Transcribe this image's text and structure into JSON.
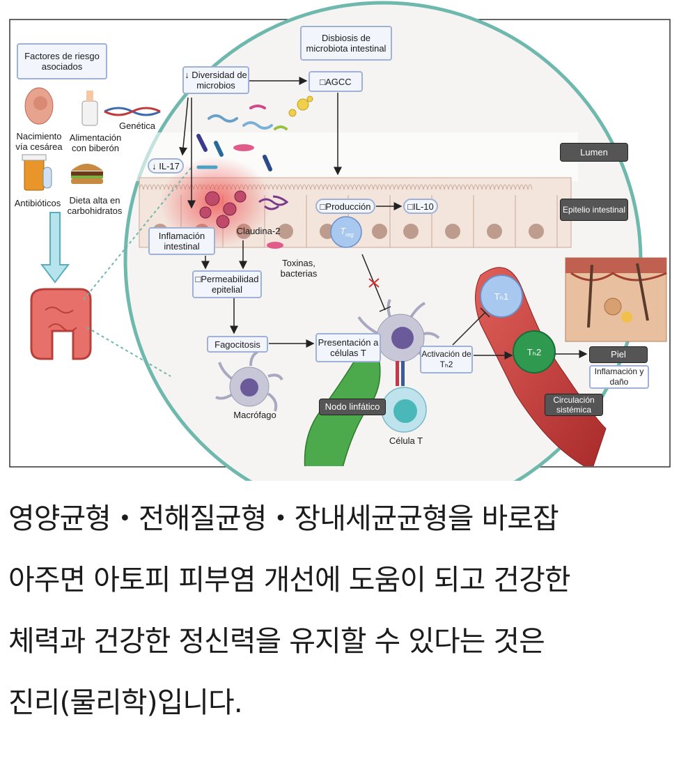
{
  "diagram": {
    "risk_title": "Factores de riesgo asociados",
    "risk_factors": {
      "cesarean": "Nacimiento vía cesárea",
      "bottle": "Alimentación con biberón",
      "genetics": "Genética",
      "antibiotics": "Antibióticos",
      "diet": "Dieta alta en carbohidratos"
    },
    "dysbiosis": "Disbiosis de microbiota intestinal",
    "diversity": "↓ Diversidad de microbios",
    "agcc": "□AGCC",
    "il17": "↓ IL-17",
    "lumen": "Lumen",
    "epithelium": "Epitelio intestinal",
    "production": "□Producción",
    "il10": "□IL-10",
    "treg": "T",
    "treg_sub": "reg",
    "inflammation": "Inflamación intestinal",
    "claudin": "Claudina-2",
    "toxins": "Toxinas, bacterias",
    "permeability": "□Permeabilidad epitelial",
    "phagocytosis": "Fagocitosis",
    "presentation": "Presentación a células T",
    "activation": "Activación de Tₕ2",
    "th1": "Tₕ1",
    "th2": "Tₕ2",
    "skin": "Piel",
    "skin_damage": "Inflamación y daño",
    "circulation": "Circulación sistémica",
    "lymph_node": "Nodo linfático",
    "macrophage": "Macrófago",
    "t_cell": "Célula T"
  },
  "caption": {
    "line1": "영양균형・전해질균형・장내세균균형을 바로잡",
    "line2": "아주면 아토피 피부염 개선에 도움이 되고 건강한",
    "line3": "체력과 건강한 정신력을 유지할 수 있다는 것은",
    "line4": "진리(물리학)입니다."
  },
  "colors": {
    "circle_outline": "#6fb8ad",
    "box_border": "#9fb2d6",
    "dark_label": "#555555",
    "vessel": "#c8403c",
    "th2_cell": "#2f9a4f",
    "lymph": "#4caa4c"
  }
}
